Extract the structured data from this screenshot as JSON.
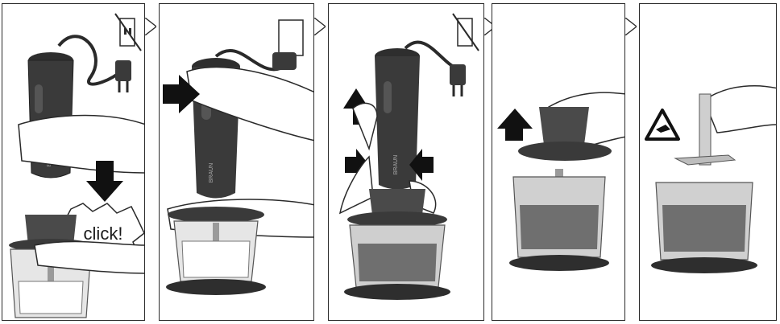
{
  "steps": [
    {
      "id": 1,
      "callout": "click!"
    },
    {
      "id": 2
    },
    {
      "id": 3
    },
    {
      "id": 4
    },
    {
      "id": 5
    }
  ],
  "brand_mark": "BRAUN",
  "colors": {
    "body_dark": "#3a3a3a",
    "body_mid": "#5a5a5a",
    "arrow": "#111111",
    "bowl": "#d6d6d6",
    "bowl_dark": "#8a8a8a",
    "base": "#2e2e2e",
    "outline": "#2a2a2a"
  }
}
